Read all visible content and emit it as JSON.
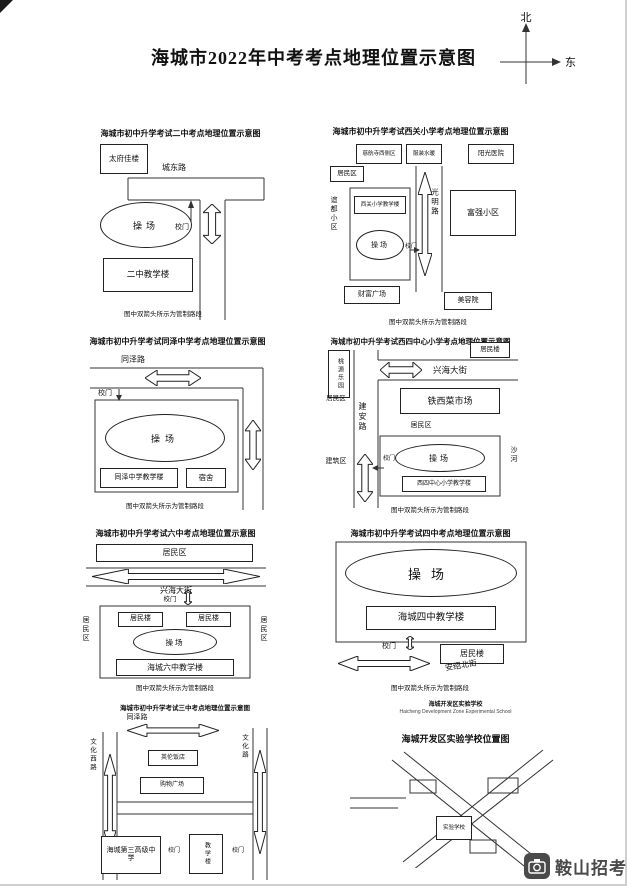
{
  "page": {
    "title": "海城市2022年中考考点地理位置示意图",
    "compass": {
      "north": "北",
      "east": "东"
    },
    "watermark": {
      "text": "鞍山招考"
    }
  },
  "common": {
    "caption": "图中双箭头所示为管制路段",
    "gate": "校门",
    "playground": "操场",
    "residents_area": "居民区",
    "residents_building": "居民楼"
  },
  "d1": {
    "title": "海城市初中升学考试二中考点地理位置示意图",
    "taifu_building": "太府佳楼",
    "chengdong_road": "城东路",
    "teaching_building": "二中教学楼"
  },
  "d2": {
    "title": "海城市初中升学考试西关小学考点地理位置示意图",
    "cihang_temple": "慈航寺西侧区",
    "shuinuan_shop": "服装水暖",
    "hospital": "阳光医院",
    "yidu_block": "谊都小区",
    "teaching_building": "西关小学教学楼",
    "guangming_road": "光明路",
    "fuqiang_block": "富强小区",
    "caifu_plaza": "财富广场",
    "beauty_salon": "美容院"
  },
  "d3": {
    "title": "海城市初中升学考试同泽中学考点地理位置示意图",
    "tongze_road": "同泽路",
    "teaching_building": "同泽中学教学楼",
    "dormitory": "宿舍"
  },
  "d4": {
    "title": "海城市初中升学考试西四中心小学考点地理位置示意图",
    "taoyuan_block": "桃源乐园",
    "xinghai_street": "兴海大街",
    "tiexi_market": "铁西菜市场",
    "jianan_road": "建安路",
    "jianzhu_area": "建筑区",
    "teaching_building": "西四中心小学教学楼",
    "sha_river": "沙河"
  },
  "d5": {
    "title": "海城市初中升学考试六中考点地理位置示意图",
    "xinghai_street": "兴海大街",
    "teaching_building": "海城六中教学楼"
  },
  "d6": {
    "title": "海城市初中升学考试四中考点地理位置示意图",
    "teaching_building": "海城四中教学楼",
    "anshao_street": "安绍北街"
  },
  "d7": {
    "title": "海城市初中升学考试三中考点地理位置示意图",
    "tongze_road": "同泽路",
    "wenhua_west_road": "文化西路",
    "wenhua_road": "文化路",
    "hotel": "英伦饭店",
    "mall": "购物广场",
    "school": "海城第三高级中学",
    "building": "教学楼"
  },
  "d8": {
    "name_cn": "海城开发区实验学校",
    "name_en": "Haicheng Development Zone Experimental School",
    "title": "海城开发区实验学校位置图",
    "school": "实验学校"
  }
}
